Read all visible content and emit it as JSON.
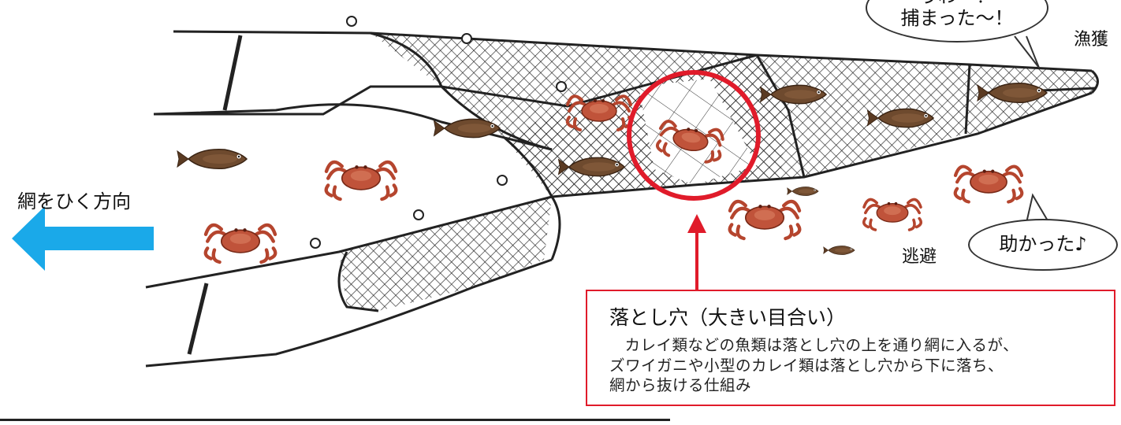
{
  "labels": {
    "direction": "網をひく方向",
    "catch": "漁獲",
    "escape": "逃避"
  },
  "bubbles": {
    "caught_line1": "うわ〜！",
    "caught_line2": "捕まった〜！",
    "saved": "助かった♪"
  },
  "info": {
    "title": "落とし穴（大きい目合い）",
    "line1": "カレイ類などの魚類は落とし穴の上を通り網に入るが、",
    "line2": "ズワイガニや小型のカレイ類は落とし穴から下に落ち、",
    "line3": "網から抜ける仕組み"
  },
  "colors": {
    "arrow": "#1aa9e9",
    "highlight": "#e01b2a",
    "net": "#222222",
    "crab": "#b5452e",
    "fish": "#6e4a2e"
  },
  "icons": {
    "crab": "crab-icon",
    "fish": "flatfish-icon",
    "float": "net-float-icon"
  }
}
